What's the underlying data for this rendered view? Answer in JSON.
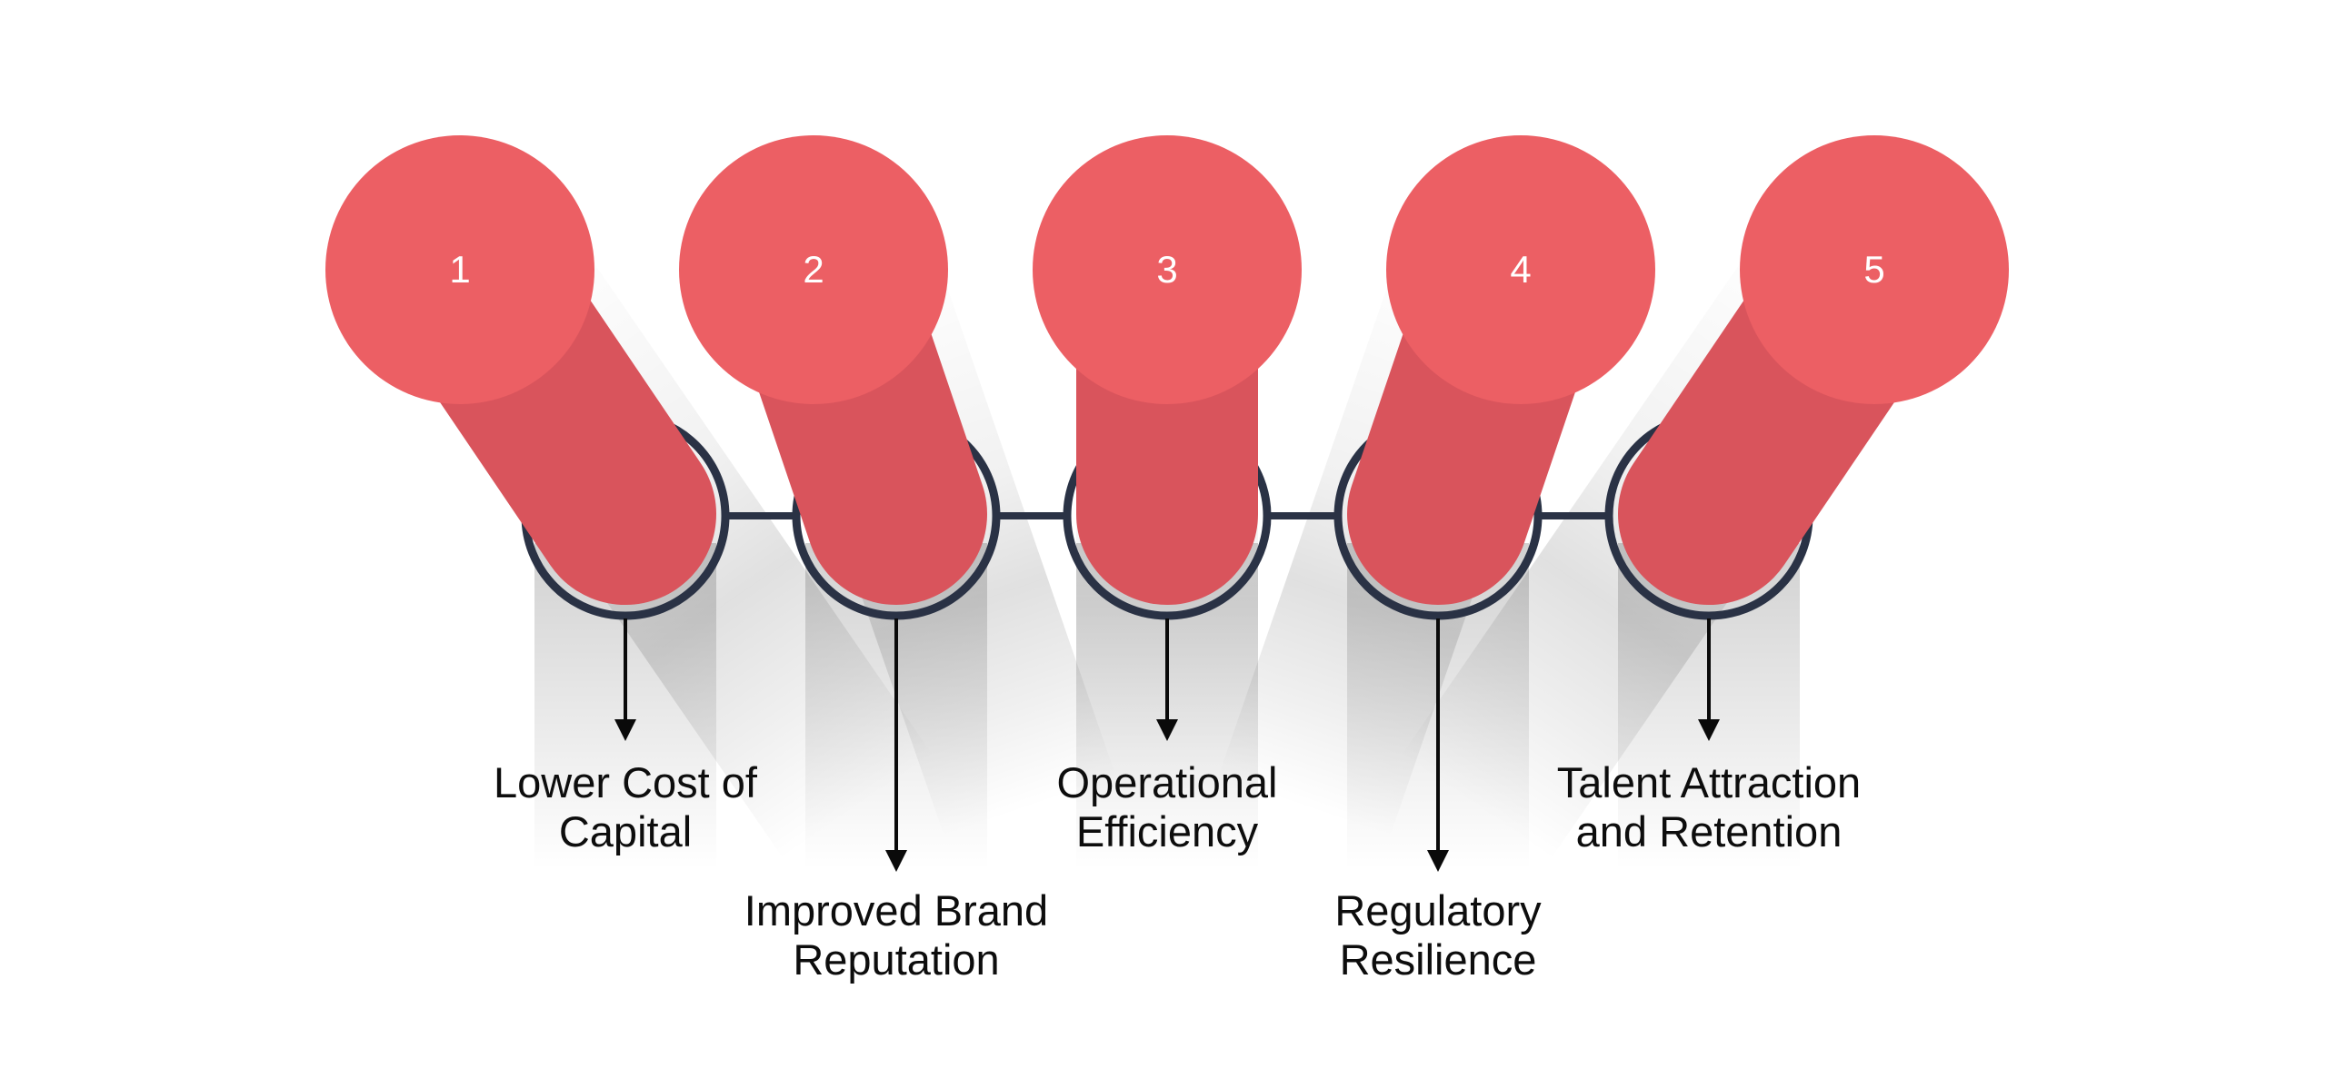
{
  "diagram": {
    "description": "Five-step tilted cylinder infographic with numbered steps and benefit labels",
    "colors": {
      "background": "#ffffff",
      "cylinder_top": "#ec5f64",
      "cylinder_body": "#d9545c",
      "ring": "#2a3245",
      "connector": "#2a3245",
      "arrow": "#0a0a0a",
      "label_text": "#0d0d0d",
      "number_text": "#ffffff",
      "shadow_gray": "#d4d4d4"
    },
    "steps": [
      {
        "number": "1",
        "label_line1": "Lower Cost of",
        "label_line2": "Capital"
      },
      {
        "number": "2",
        "label_line1": "Improved Brand",
        "label_line2": "Reputation"
      },
      {
        "number": "3",
        "label_line1": "Operational",
        "label_line2": "Efficiency"
      },
      {
        "number": "4",
        "label_line1": "Regulatory",
        "label_line2": "Resilience"
      },
      {
        "number": "5",
        "label_line1": "Talent Attraction",
        "label_line2": "and Retention"
      }
    ]
  }
}
